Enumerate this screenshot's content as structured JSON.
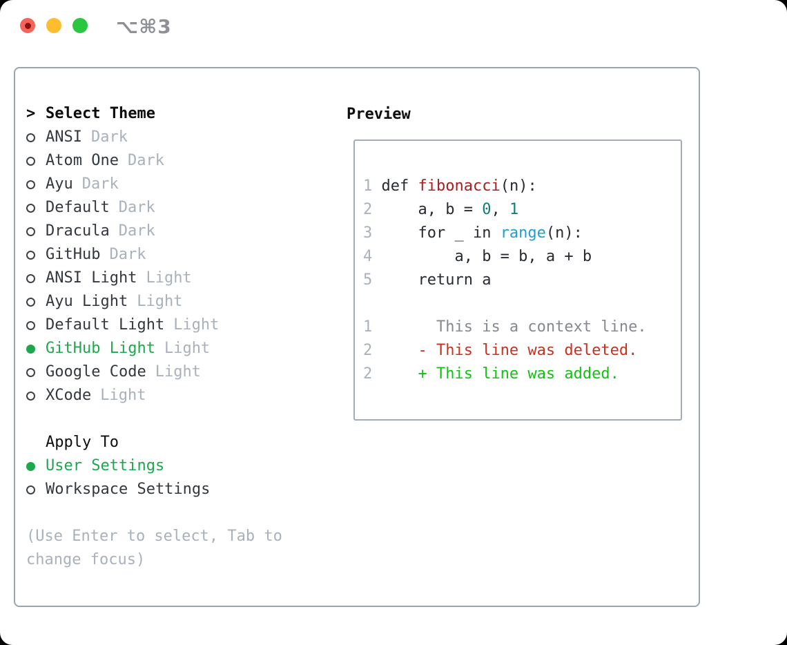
{
  "window": {
    "title": "⌥⌘3"
  },
  "colors": {
    "accent_green": "#1ca84c",
    "traffic_red": "#f5635b",
    "traffic_red_dot": "#8c1210",
    "traffic_yellow": "#fdbd2e",
    "traffic_green": "#28c73f",
    "title_gray": "#8e9095",
    "panel_border": "#9aa3b0",
    "box_border": "#a3abb5",
    "header_text": "#0d0d0d",
    "item_text": "#33383f",
    "tag_text": "#a8b1bc",
    "hint_text": "#a8b1bc",
    "ring": "#3c4248"
  },
  "theme_picker": {
    "title": "Select Theme",
    "cursor": ">",
    "items": [
      {
        "name": "ANSI",
        "tag": "Dark",
        "selected": false
      },
      {
        "name": "Atom One",
        "tag": "Dark",
        "selected": false
      },
      {
        "name": "Ayu",
        "tag": "Dark",
        "selected": false
      },
      {
        "name": "Default",
        "tag": "Dark",
        "selected": false
      },
      {
        "name": "Dracula",
        "tag": "Dark",
        "selected": false
      },
      {
        "name": "GitHub",
        "tag": "Dark",
        "selected": false
      },
      {
        "name": "ANSI Light",
        "tag": "Light",
        "selected": false
      },
      {
        "name": "Ayu Light",
        "tag": "Light",
        "selected": false
      },
      {
        "name": "Default Light",
        "tag": "Light",
        "selected": false
      },
      {
        "name": "GitHub Light",
        "tag": "Light",
        "selected": true
      },
      {
        "name": "Google Code",
        "tag": "Light",
        "selected": false
      },
      {
        "name": "XCode",
        "tag": "Light",
        "selected": false
      }
    ],
    "apply_to": {
      "title": "Apply To",
      "options": [
        {
          "name": "User Settings",
          "selected": true
        },
        {
          "name": "Workspace Settings",
          "selected": false
        }
      ]
    },
    "hint": "(Use Enter to select, Tab to change focus)"
  },
  "preview": {
    "title": "Preview",
    "token_colors": {
      "ln": "#a8b1bc",
      "c": "#262b31",
      "fn": "#a91e1e",
      "nm": "#0d7d7d",
      "bi": "#1aa0d7",
      "ctx": "#85898f",
      "del": "#c9311f",
      "add": "#10c310"
    },
    "lines": [
      [
        {
          "t": "1 ",
          "s": "ln"
        },
        {
          "t": "def ",
          "s": "c"
        },
        {
          "t": "fibonacci",
          "s": "fn"
        },
        {
          "t": "(n):",
          "s": "c"
        }
      ],
      [
        {
          "t": "2 ",
          "s": "ln"
        },
        {
          "t": "    a, b = ",
          "s": "c"
        },
        {
          "t": "0",
          "s": "nm"
        },
        {
          "t": ", ",
          "s": "c"
        },
        {
          "t": "1",
          "s": "nm"
        }
      ],
      [
        {
          "t": "3 ",
          "s": "ln"
        },
        {
          "t": "    for _ in ",
          "s": "c"
        },
        {
          "t": "range",
          "s": "bi"
        },
        {
          "t": "(n):",
          "s": "c"
        }
      ],
      [
        {
          "t": "4 ",
          "s": "ln"
        },
        {
          "t": "        a, b = b, a + b",
          "s": "c"
        }
      ],
      [
        {
          "t": "5 ",
          "s": "ln"
        },
        {
          "t": "    return a",
          "s": "c"
        }
      ],
      [],
      [
        {
          "t": "1 ",
          "s": "ln"
        },
        {
          "t": "      This is a context line.",
          "s": "ctx"
        }
      ],
      [
        {
          "t": "2 ",
          "s": "ln"
        },
        {
          "t": "    - This line was deleted.",
          "s": "del"
        }
      ],
      [
        {
          "t": "2 ",
          "s": "ln"
        },
        {
          "t": "    + This line was added.",
          "s": "add"
        }
      ]
    ]
  }
}
